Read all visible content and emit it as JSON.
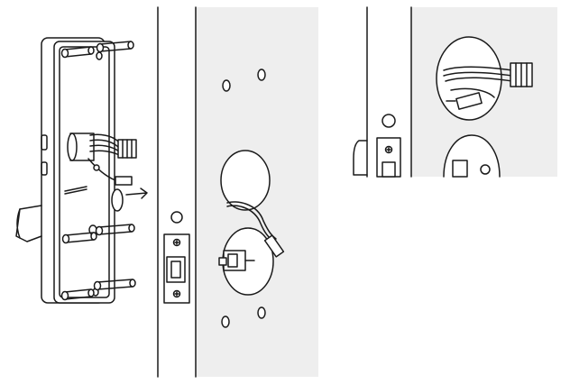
{
  "figure": {
    "type": "installation-diagram",
    "panels": [
      {
        "id": "main",
        "name": "lock-mounting-on-door"
      },
      {
        "id": "inset",
        "name": "cable-routing-detail"
      }
    ],
    "colors": {
      "stroke": "#1a1a1a",
      "door_fill": "#eeeeee",
      "panel_fill": "#ffffff",
      "background": "#ffffff"
    }
  }
}
